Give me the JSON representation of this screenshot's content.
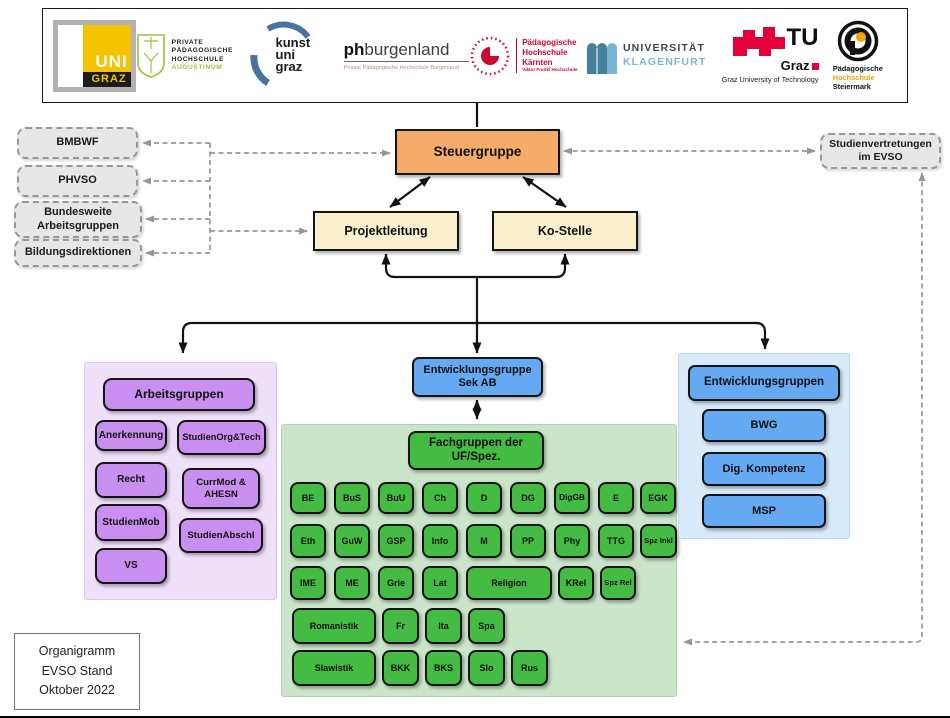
{
  "header": {
    "logos": {
      "unigraz": {
        "line1": "UNI",
        "line2": "GRAZ"
      },
      "augustinum": {
        "l1": "PRIVATE",
        "l2": "PÄDAGOGISCHE",
        "l3": "HOCHSCHULE",
        "l4": "AUGUSTINUM"
      },
      "kunstuni": {
        "l1": "kunst",
        "l2": "uni",
        "l3": "graz"
      },
      "phburgenland": {
        "bold": "ph",
        "rest": "burgenland",
        "sub": "Private Pädagogische Hochschule Burgenland"
      },
      "phkaernten": {
        "l1": "Pädagogische",
        "l2": "Hochschule",
        "l3": "Kärnten",
        "sub": "Viktor Frankl Hochschule"
      },
      "klagenfurt": {
        "l1": "UNIVERSITÄT",
        "l2": "KLAGENFURT"
      },
      "tugraz": {
        "tu": "TU",
        "graz": "Graz",
        "sub": "Graz University of Technology"
      },
      "phsteiermark": {
        "l1": "Pädagogische",
        "l2": "Hochschule",
        "l3": "Steiermark"
      }
    }
  },
  "external_left": {
    "items": [
      "BMBWF",
      "PHVSO",
      "Bundesweite Arbeitsgruppen",
      "Bildungsdirektionen"
    ]
  },
  "center": {
    "steuergruppe": "Steuergruppe",
    "projektleitung": "Projektleitung",
    "ko_stelle": "Ko-Stelle",
    "sek_ab_line1": "Entwicklungsgruppe",
    "sek_ab_line2": "Sek AB"
  },
  "external_right": {
    "studienvertretungen": "Studienvertretungen im EVSO"
  },
  "arbeitsgruppen": {
    "title": "Arbeitsgruppen",
    "col1": [
      "Anerkennung",
      "Recht",
      "StudienMob",
      "VS"
    ],
    "col2": [
      "StudienOrg&Tech",
      "CurrMod & AHESN",
      "StudienAbschl"
    ]
  },
  "fachgruppen": {
    "title": "Fachgruppen der UF/Spez.",
    "row1": [
      "BE",
      "BuS",
      "BuU",
      "Ch",
      "D",
      "DG",
      "DigGB",
      "E",
      "EGK"
    ],
    "row2": [
      "Eth",
      "GuW",
      "GSP",
      "Info",
      "M",
      "PP",
      "Phy",
      "TTG",
      "Spz Inkl"
    ],
    "row3": [
      "IME",
      "ME",
      "Grie",
      "Lat",
      "Religion",
      "KRel",
      "Spz Rel"
    ],
    "row4": [
      "Romanistik",
      "Fr",
      "Ita",
      "Spa"
    ],
    "row5": [
      "Slawistik",
      "BKK",
      "BKS",
      "Slo",
      "Rus"
    ]
  },
  "entwicklungsgruppen": {
    "title": "Entwicklungsgruppen",
    "items": [
      "BWG",
      "Dig. Kompetenz",
      "MSP"
    ]
  },
  "footer": {
    "line1": "Organigramm",
    "line2": "EVSO Stand",
    "line3": "Oktober 2022"
  },
  "colors": {
    "steuergruppe": "#F4AC6A",
    "leitung": "#FAF0CE",
    "purple_box": "#C98FF0",
    "purple_bg": "#EFE0FA",
    "green_box": "#44BC44",
    "green_bg": "#CBE5CB",
    "blue_box": "#64A9F2",
    "blue_bg": "#D9EBFB",
    "dashed_gray": "#999999"
  }
}
